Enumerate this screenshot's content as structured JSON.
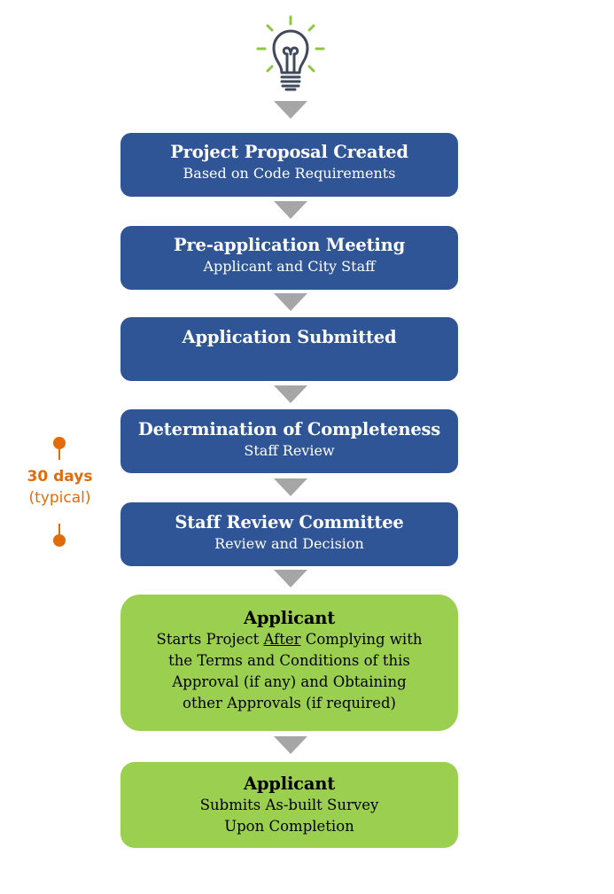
{
  "header_icon": "lightbulb-icon",
  "colors": {
    "blue_box": "#2f5597",
    "green_box": "#9bcf4f",
    "arrow": "#a6a6a6",
    "timeline": "#e36c0a",
    "bulb_rays": "#8dc63f",
    "bulb_outline": "#404a5a"
  },
  "steps": [
    {
      "title": "Project Proposal Created",
      "subtitle": "Based on Code Requirements"
    },
    {
      "title": "Pre-application Meeting",
      "subtitle": "Applicant and City Staff"
    },
    {
      "title": "Application Submitted",
      "subtitle": ""
    },
    {
      "title": "Determination of Completeness",
      "subtitle": "Staff Review"
    },
    {
      "title": "Staff Review Committee",
      "subtitle": "Review and Decision"
    },
    {
      "title": "Applicant",
      "lines": {
        "l1_pre": "Starts Project ",
        "l1_underlined": "After",
        "l1_post": " Complying with",
        "l2": "the Terms and Conditions of this",
        "l3": "Approval (if any) and Obtaining",
        "l4": "other Approvals (if required)"
      }
    },
    {
      "title": "Applicant",
      "lines": {
        "l1": "Submits As-built Survey",
        "l2": "Upon Completion"
      }
    }
  ],
  "timeline": {
    "duration": "30 days",
    "qualifier": "(typical)"
  }
}
